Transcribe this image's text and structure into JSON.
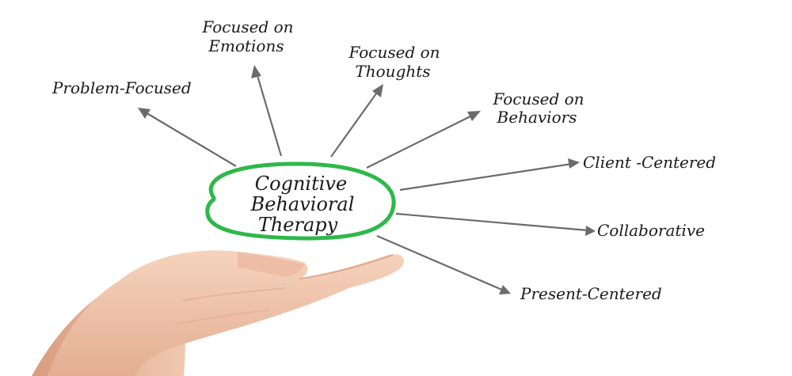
{
  "diagram": {
    "center": {
      "lines": [
        "Cognitive",
        "Behavioral",
        "Therapy"
      ],
      "ring_color": "#2db84a"
    },
    "branches": [
      {
        "id": "problem-focused",
        "lines": [
          "Problem-Focused"
        ]
      },
      {
        "id": "focused-on-emotions",
        "lines": [
          "Focused on",
          "Emotions"
        ]
      },
      {
        "id": "focused-on-thoughts",
        "lines": [
          "Focused on",
          "Thoughts"
        ]
      },
      {
        "id": "focused-on-behaviors",
        "lines": [
          "Focused on",
          "Behaviors"
        ]
      },
      {
        "id": "client-centered",
        "lines": [
          "Client -Centered"
        ]
      },
      {
        "id": "collaborative",
        "lines": [
          "Collaborative"
        ]
      },
      {
        "id": "present-centered",
        "lines": [
          "Present-Centered"
        ]
      }
    ],
    "arrow_color": "#6b6b6b",
    "hand_image": "open-palm-hand"
  }
}
